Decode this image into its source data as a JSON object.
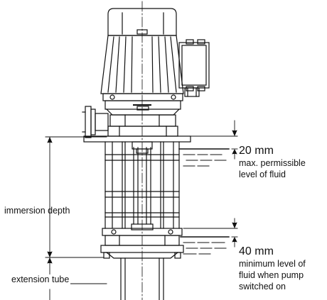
{
  "labels": {
    "top_value": "20 mm",
    "top_desc_1": "max. permissible",
    "top_desc_2": "level of fluid",
    "immersion_depth": "immersion depth",
    "bottom_value": "40 mm",
    "bottom_desc_1": "minimum level of",
    "bottom_desc_2": "fluid when pump",
    "bottom_desc_3": "switched on",
    "extension_tube": "extension tube"
  },
  "colors": {
    "line": "#111111",
    "background": "#ffffff"
  }
}
